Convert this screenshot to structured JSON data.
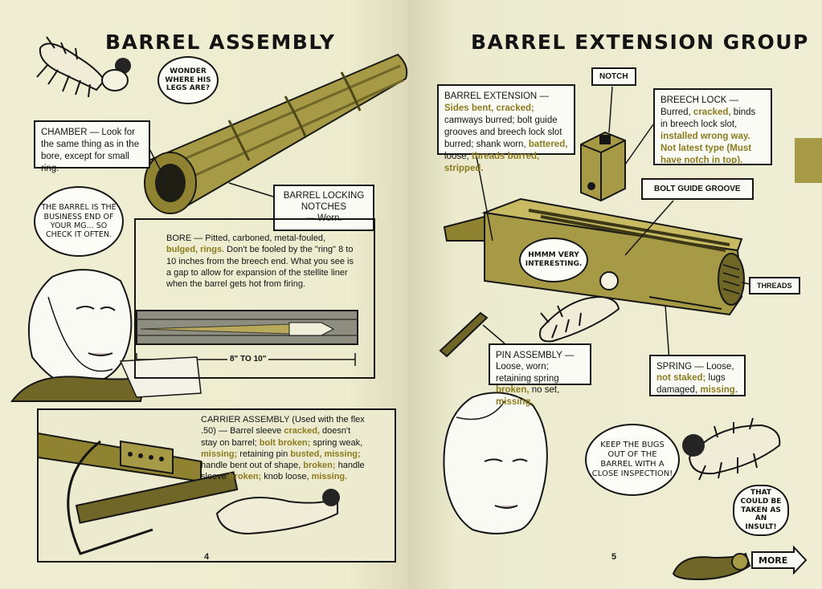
{
  "left": {
    "title": "BARREL ASSEMBLY",
    "bubble_bug": "WONDER WHERE HIS LEGS ARE?",
    "chamber": {
      "label": "CHAMBER",
      "text": " — Look for the same thing as in the bore, except for small ring."
    },
    "bubble_lady": "THE BARREL IS THE BUSINESS END OF YOUR MG... SO CHECK IT OFTEN.",
    "locking": {
      "line1": "BARREL LOCKING",
      "line2": "NOTCHES",
      "line3": "— Worn."
    },
    "bore": {
      "label": "BORE",
      "text1": " — Pitted, carboned, metal-fouled, ",
      "hl1": "bulged, rings.",
      "text2": " Don't be fooled by the \"ring\" 8 to 10 inches from the breech end. What you see is a gap to allow for expansion of the stellite liner when the barrel gets hot from firing.",
      "ruler": "8\" TO 10\""
    },
    "carrier": {
      "label": "CARRIER ASSEMBLY",
      "t1": " (Used with the flex .50) — Barrel sleeve ",
      "h1": "cracked,",
      "t2": " doesn't stay on barrel; ",
      "h2": "bolt broken;",
      "t3": " spring weak, ",
      "h3": "missing;",
      "t4": " retaining pin ",
      "h4": "busted, missing;",
      "t5": " handle bent out of shape, ",
      "h5": "broken;",
      "t6": " handle sleeve ",
      "h6": "broken;",
      "t7": " knob loose, ",
      "h7": "missing."
    },
    "page_number": "4"
  },
  "right": {
    "title": "BARREL EXTENSION GROUP",
    "extension": {
      "label": "BARREL EXTENSION",
      "t1": " — ",
      "h1": "Sides bent, cracked;",
      "t2": " camways burred; bolt guide grooves and breech lock slot burred; shank worn, ",
      "h2": "battered,",
      "t3": " loose; ",
      "h3": "threads burred, stripped."
    },
    "notch": "NOTCH",
    "breech": {
      "label": "BREECH LOCK",
      "t1": " — Burred, ",
      "h1": "cracked,",
      "t2": " binds in breech lock slot, ",
      "h2": "installed wrong way. Not latest type (Must have notch in top)."
    },
    "bolt_guide": "BOLT GUIDE GROOVE",
    "bubble_bug": "HMMM VERY INTERESTING.",
    "threads": "THREADS",
    "pin": {
      "label": "PIN ASSEMBLY",
      "t1": " — Loose, worn; retaining spring ",
      "h1": "broken,",
      "t2": " no set, ",
      "h2": "missing."
    },
    "spring": {
      "label": "SPRING",
      "t1": " — Loose, ",
      "h1": "not staked;",
      "t2": " lugs damaged, ",
      "h2": "missing."
    },
    "bubble_lady": "KEEP THE BUGS OUT OF THE BARREL WITH A CLOSE INSPECTION!",
    "bubble_bug2": "THAT COULD BE TAKEN AS AN INSULT!",
    "more": "MORE",
    "page_number": "5"
  },
  "colors": {
    "paper": "#ecebcf",
    "olive": "#a69a46",
    "olive_dark": "#6f6628",
    "highlight_text": "#8c7b1e",
    "ink": "#141414"
  }
}
